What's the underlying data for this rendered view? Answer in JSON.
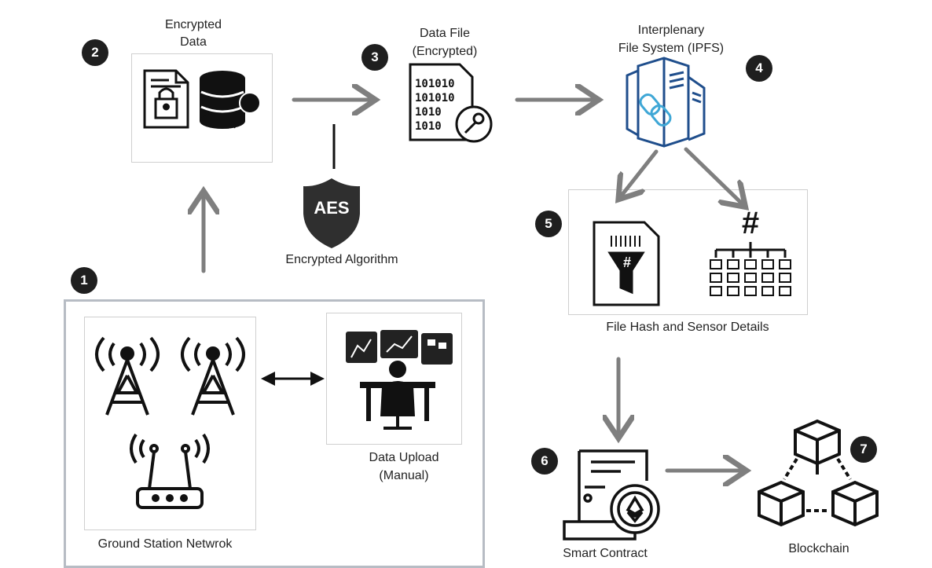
{
  "steps": {
    "s1": "1",
    "s2": "2",
    "s3": "3",
    "s4": "4",
    "s5": "5",
    "s6": "6",
    "s7": "7"
  },
  "labels": {
    "encrypted_data_line1": "Encrypted",
    "encrypted_data_line2": "Data",
    "data_file_line1": "Data File",
    "data_file_line2": "(Encrypted)",
    "ipfs_line1": "Interplenary",
    "ipfs_line2": "File System (IPFS)",
    "aes_badge": "AES",
    "encrypted_algorithm": "Encrypted Algorithm",
    "file_hash": "File Hash and Sensor Details",
    "data_upload_line1": "Data Upload",
    "data_upload_line2": "(Manual)",
    "ground_station": "Ground Station Netwrok",
    "smart_contract": "Smart Contract",
    "blockchain": "Blockchain"
  },
  "binary_rows": [
    "101010",
    "101010",
    "1010",
    "1010"
  ],
  "hash_symbol": "#",
  "colors": {
    "arrow": "#7f7f7f",
    "ipfs": "#1f4e8c",
    "ipfs_light": "#3fa7d6",
    "badge": "#1f1f1f"
  }
}
